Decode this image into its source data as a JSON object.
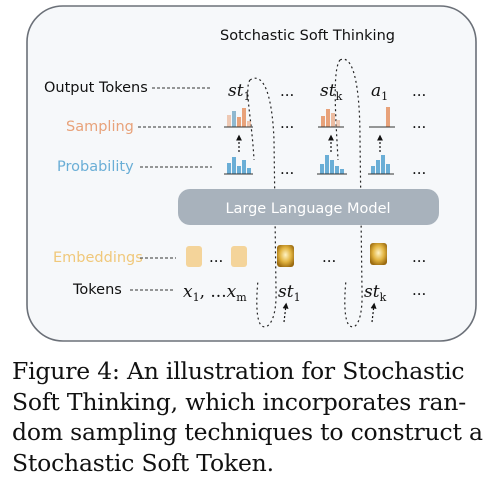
{
  "diagram": {
    "title": "Sotchastic Soft Thinking",
    "row_labels": {
      "output_tokens": "Output Tokens",
      "sampling": "Sampling",
      "probability": "Probability",
      "embeddings": "Embeddings",
      "tokens": "Tokens"
    },
    "model_label": "Large Language Model",
    "output_tokens": [
      {
        "base": "st",
        "sub": "1"
      },
      {
        "base": "st",
        "sub": "k"
      },
      {
        "base": "a",
        "sub": "1"
      }
    ],
    "input_tokens": {
      "range_start_base": "x",
      "range_start_sub": "1",
      "range_sep": ", ...",
      "range_end_base": "x",
      "range_end_sub": "m",
      "soft_1_base": "st",
      "soft_1_sub": "1",
      "soft_k_base": "st",
      "soft_k_sub": "k"
    },
    "ellipsis": "...",
    "colors": {
      "sampling": "#e8a27a",
      "probability": "#6aaed6",
      "embedding_light": "#f4d49a",
      "embedding_dark": "#c9901a",
      "model_box": "#a8b2bc",
      "panel_bg": "#f6f8fa",
      "panel_border": "#6b7078"
    }
  },
  "caption": {
    "lines": [
      "Figure 4:  An illustration for Stochastic",
      "Soft Thinking, which incorporates ran-",
      "dom sampling techniques to construct a",
      "Stochastic Soft Token."
    ]
  }
}
